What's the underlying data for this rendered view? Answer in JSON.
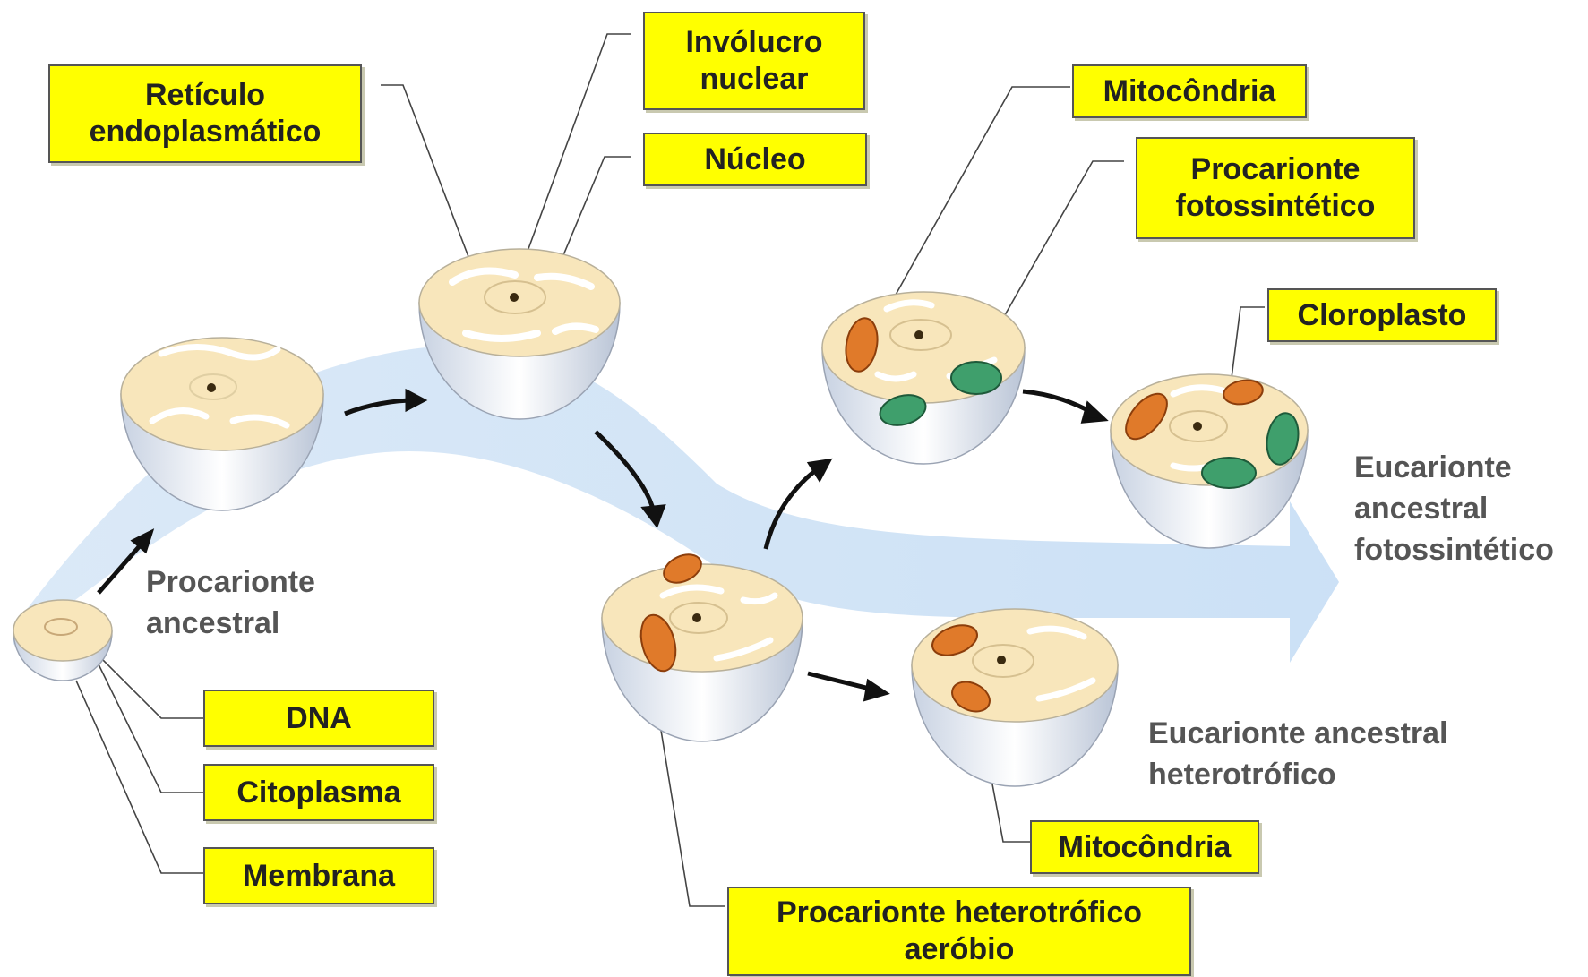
{
  "labels": {
    "reticulo": [
      "Retículo",
      "endoplasmático"
    ],
    "involucro": [
      "Invólucro",
      "nuclear"
    ],
    "nucleo": "Núcleo",
    "mitocondria_top": "Mitocôndria",
    "procarionte_fotossintetico": [
      "Procarionte",
      "fotossintético"
    ],
    "cloroplasto": "Cloroplasto",
    "dna": "DNA",
    "citoplasma": "Citoplasma",
    "membrana": "Membrana",
    "mitocondria_bottom": "Mitocôndria",
    "procarionte_heterotrofico": [
      "Procarionte heterotrófico",
      "aeróbio"
    ]
  },
  "captions": {
    "procarionte_ancestral": [
      "Procarionte",
      "ancestral"
    ],
    "eucarionte_fotossintetico": [
      "Eucarionte",
      "ancestral",
      "fotossintético"
    ],
    "eucarionte_heterotrofico": [
      "Eucarionte ancestral",
      "heterotrófico"
    ]
  },
  "colors": {
    "label_fill": "#ffff00",
    "flow_arrow": "#cfe3f7",
    "cytoplasm": "#f8e6bb",
    "cell_body": "#eef2f8",
    "mitochondria": "#e07a2a",
    "chloroplast": "#3f9f6c",
    "caption_text": "#555555"
  }
}
